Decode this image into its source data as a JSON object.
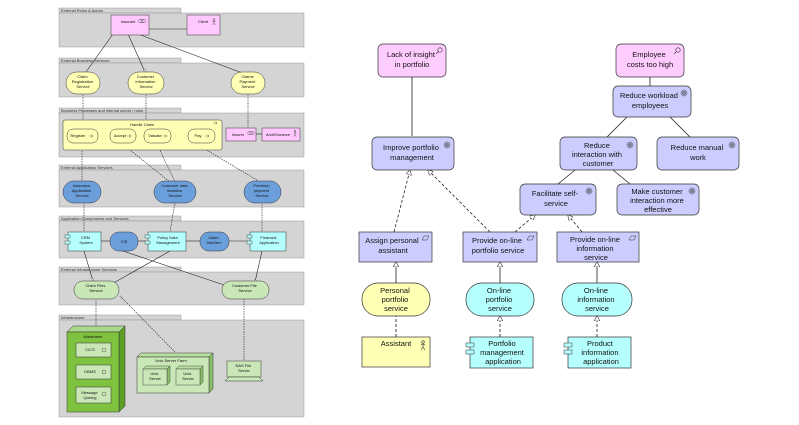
{
  "layers": {
    "roles": "External Roles & Actors",
    "bservices": "External Business Services",
    "processes": "Business Processes and internal actors / roles",
    "appservices": "External Application Services",
    "components": "Application Components and Services",
    "infraservices": "External Infrastructure Services",
    "infra": "Infrastructure"
  },
  "left": {
    "insurant": "Insurant",
    "client": "Client",
    "claim_reg": [
      "Claim",
      "Registration",
      "Service"
    ],
    "cust_info": [
      "Customer",
      "Information",
      "Service"
    ],
    "claims_pay": [
      "Claims",
      "Payment",
      "Service"
    ],
    "handle_claim": "Handle Claim",
    "register": "Register",
    "accept": "Accept",
    "valuate": "Valuate",
    "pay": "Pay",
    "insurer": "Insurer",
    "archisurance": "ArchiSurance",
    "ins_app": [
      "Insurance",
      "Application",
      "Service"
    ],
    "cust_admin": [
      "Customer data",
      "mutation",
      "Service"
    ],
    "premium": [
      "Premium",
      "payment",
      "Service"
    ],
    "crm": [
      "CRM",
      "System"
    ],
    "cis": "CIS",
    "policy": [
      "Policy Data",
      "Management"
    ],
    "claim_info": [
      "Claim",
      "InfoServ"
    ],
    "financial": [
      "Financial",
      "Application"
    ],
    "claim_files": [
      "Claim Files",
      "Service"
    ],
    "cust_file": [
      "Customer File",
      "Service"
    ],
    "mainframe": "Mainframe",
    "cics": "CICS",
    "dbms": "DBMS",
    "mq": [
      "Message",
      "Queing"
    ],
    "unix_farm": "Unix Server Farm",
    "unix1": [
      "Unix",
      "Server"
    ],
    "unix2": [
      "Unix",
      "Server"
    ],
    "nas": [
      "NAS File",
      "Server"
    ]
  },
  "right": {
    "lack_insight": [
      "Lack of insight",
      "in portfolio"
    ],
    "employee_costs": [
      "Employee",
      "costs too high"
    ],
    "reduce_workload": [
      "Reduce workload",
      "employees"
    ],
    "improve_portfolio": [
      "Improve portfolio",
      "management"
    ],
    "reduce_interaction": [
      "Reduce",
      "interaction with",
      "customer"
    ],
    "reduce_manual": [
      "Reduce manual",
      "work"
    ],
    "facilitate_self": [
      "Facilitate self-",
      "service"
    ],
    "make_interaction": [
      "Make customer",
      "interaction more",
      "effective"
    ],
    "assign_advisor": [
      "Assign personal",
      "assistant"
    ],
    "provide_portfolio": [
      "Provide on-line",
      "portfolio service"
    ],
    "provide_info": [
      "Provide on-line",
      "information",
      "service"
    ],
    "personal_portfolio": [
      "Personal",
      "portfolio",
      "service"
    ],
    "online_portfolio": [
      "On-line",
      "portfolio",
      "service"
    ],
    "online_info": [
      "On-line",
      "information",
      "service"
    ],
    "assistant": "Assistant",
    "portfolio_app": [
      "Portfolio",
      "management",
      "application"
    ],
    "product_app": [
      "Product",
      "information",
      "application"
    ]
  },
  "colors": {
    "layer_fill": "#d4d4d4",
    "actor_pink": "#ffc8ff",
    "motivation": "#ffccff",
    "business_yellow": "#ffffb5",
    "application_blue": "#b5ffff",
    "app_service_blue": "#6b9fdc",
    "technology_green": "#c9e7b7",
    "node_green": "#7fc23f",
    "requirement_blue": "#ccccff"
  }
}
